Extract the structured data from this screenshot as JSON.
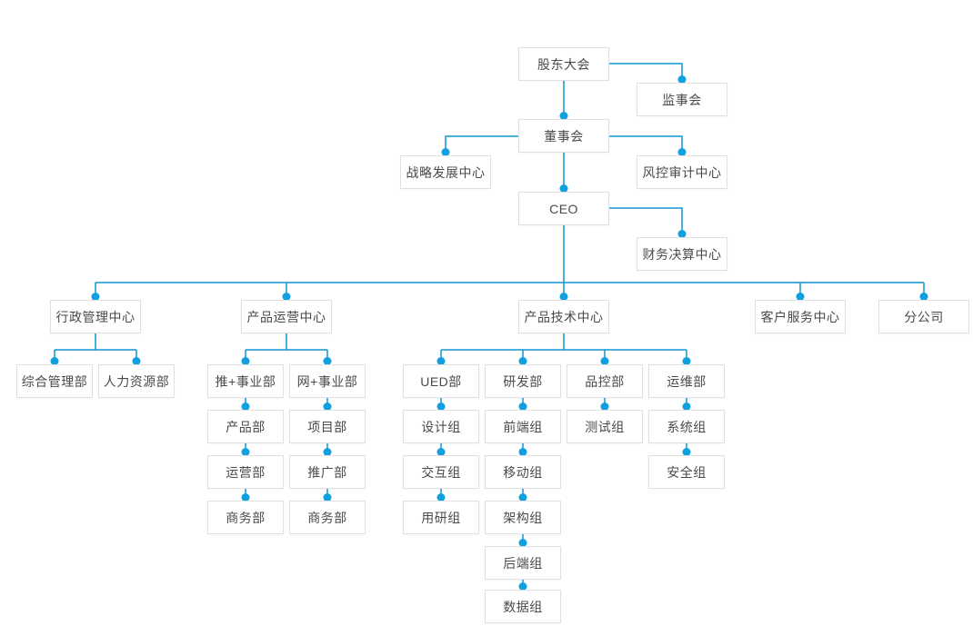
{
  "diagram": {
    "type": "org_chart",
    "background": "#ffffff",
    "colors": {
      "line": "#1095d2",
      "dot": "#10a0e0",
      "node_border": "#e0e0e0",
      "node_bg": "#ffffff",
      "node_text": "#4a4a4a"
    },
    "nodes": {
      "shareholders_meeting": "股东大会",
      "supervisory_board": "监事会",
      "board_of_directors": "董事会",
      "strategy_development_center": "战略发展中心",
      "risk_audit_center": "风控审计中心",
      "ceo": "CEO",
      "financial_settlement_center": "财务决算中心",
      "admin_management_center": "行政管理中心",
      "product_operations_center": "产品运营中心",
      "product_technology_center": "产品技术中心",
      "customer_service_center": "客户服务中心",
      "branch_company": "分公司",
      "general_management_dept": "综合管理部",
      "human_resources_dept": "人力资源部",
      "tui_plus_division": "推+事业部",
      "wang_plus_division": "网+事业部",
      "ued_dept": "UED部",
      "rd_dept": "研发部",
      "quality_control_dept": "品控部",
      "ops_maintenance_dept": "运维部",
      "product_dept": "产品部",
      "project_dept": "项目部",
      "design_team": "设计组",
      "frontend_team": "前端组",
      "testing_team": "测试组",
      "system_team": "系统组",
      "operation_dept": "运营部",
      "promotion_dept": "推广部",
      "interaction_team": "交互组",
      "mobile_team": "移动组",
      "security_team": "安全组",
      "business_dept_1": "商务部",
      "business_dept_2": "商务部",
      "user_research_team": "用研组",
      "architecture_team": "架构组",
      "backend_team": "后端组",
      "data_team": "数据组"
    },
    "edges": [
      [
        "股东大会",
        "监事会"
      ],
      [
        "股东大会",
        "董事会"
      ],
      [
        "董事会",
        "战略发展中心"
      ],
      [
        "董事会",
        "风控审计中心"
      ],
      [
        "董事会",
        "CEO"
      ],
      [
        "CEO",
        "财务决算中心"
      ],
      [
        "CEO",
        "行政管理中心"
      ],
      [
        "CEO",
        "产品运营中心"
      ],
      [
        "CEO",
        "产品技术中心"
      ],
      [
        "CEO",
        "客户服务中心"
      ],
      [
        "CEO",
        "分公司"
      ],
      [
        "行政管理中心",
        "综合管理部"
      ],
      [
        "行政管理中心",
        "人力资源部"
      ],
      [
        "产品运营中心",
        "推+事业部"
      ],
      [
        "产品运营中心",
        "网+事业部"
      ],
      [
        "推+事业部",
        "产品部"
      ],
      [
        "产品部",
        "运营部"
      ],
      [
        "运营部",
        "商务部"
      ],
      [
        "网+事业部",
        "项目部"
      ],
      [
        "项目部",
        "推广部"
      ],
      [
        "推广部",
        "商务部"
      ],
      [
        "产品技术中心",
        "UED部"
      ],
      [
        "产品技术中心",
        "研发部"
      ],
      [
        "产品技术中心",
        "品控部"
      ],
      [
        "产品技术中心",
        "运维部"
      ],
      [
        "UED部",
        "设计组"
      ],
      [
        "设计组",
        "交互组"
      ],
      [
        "交互组",
        "用研组"
      ],
      [
        "研发部",
        "前端组"
      ],
      [
        "前端组",
        "移动组"
      ],
      [
        "移动组",
        "架构组"
      ],
      [
        "架构组",
        "后端组"
      ],
      [
        "后端组",
        "数据组"
      ],
      [
        "品控部",
        "测试组"
      ],
      [
        "运维部",
        "系统组"
      ],
      [
        "系统组",
        "安全组"
      ]
    ]
  }
}
